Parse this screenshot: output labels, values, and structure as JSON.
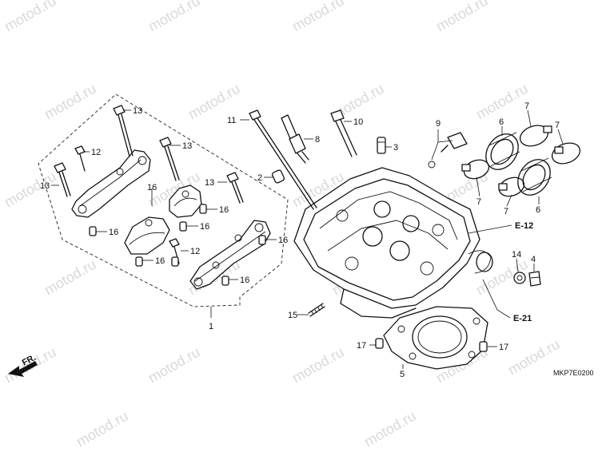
{
  "watermark": "motod.ru",
  "diagram_code": "MKP7E0200",
  "direction_label": "FR.",
  "ref_labels": {
    "e12": "E-12",
    "e21": "E-21"
  },
  "callouts": {
    "c1": "1",
    "c2": "2",
    "c3": "3",
    "c4": "4",
    "c5": "5",
    "c6a": "6",
    "c6b": "6",
    "c7a": "7",
    "c7b": "7",
    "c7c": "7",
    "c7d": "7",
    "c8": "8",
    "c9": "9",
    "c10": "10",
    "c11": "11",
    "c12a": "12",
    "c12b": "12",
    "c13a": "13",
    "c13b": "13",
    "c13c": "13",
    "c13d": "13",
    "c14": "14",
    "c15": "15",
    "c16a": "16",
    "c16b": "16",
    "c16c": "16",
    "c16d": "16",
    "c16e": "16",
    "c16f": "16",
    "c16g": "16",
    "c17a": "17",
    "c17b": "17"
  }
}
